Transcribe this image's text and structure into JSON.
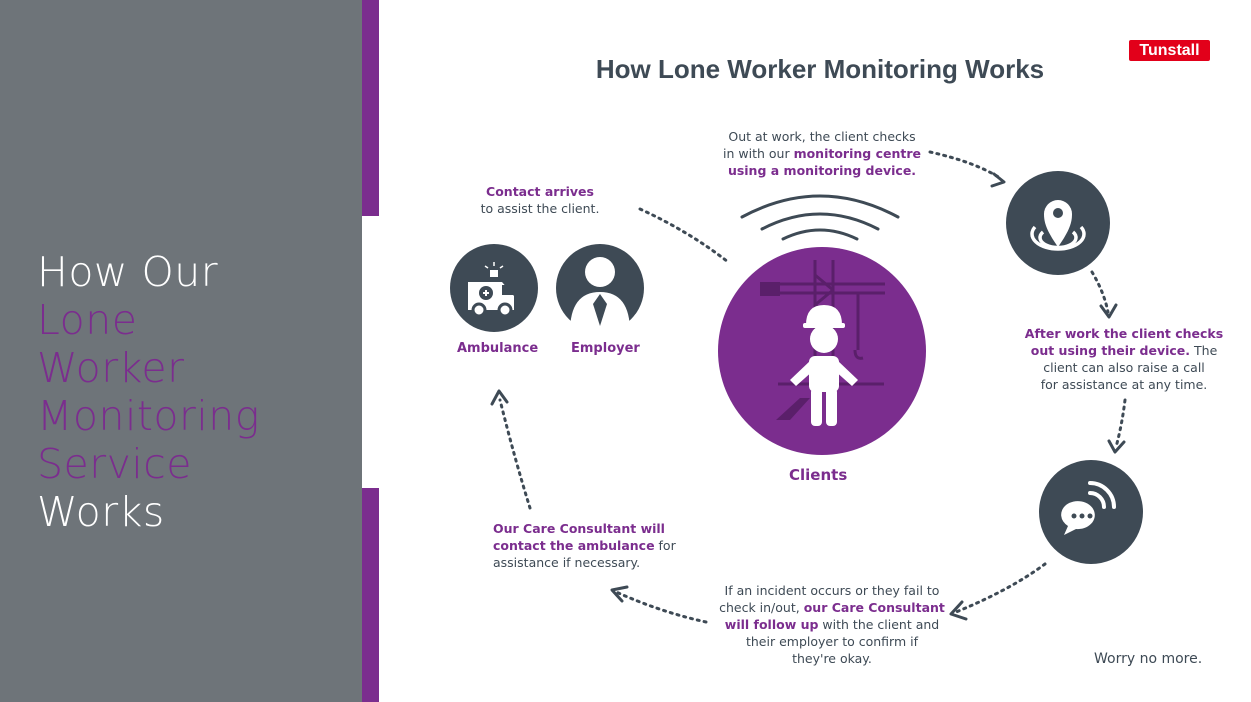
{
  "slide_title": {
    "line1": "How Our",
    "line2": "Lone",
    "line3": "Worker",
    "line4": "Monitoring",
    "line5": "Service",
    "line6": "Works"
  },
  "main_title": "How Lone Worker Monitoring Works",
  "brand": "Tunstall",
  "steps": {
    "checkin": {
      "line1": "Out at work, the client checks",
      "line2_plain": "in with our ",
      "line2_hl": "monitoring centre",
      "line3_hl": "using a monitoring device."
    },
    "checkout": {
      "line1_hl": "After work the client checks",
      "line2_hl": "out using their device.",
      "line2_plain": " The",
      "line3": "client can also raise a call",
      "line4": "for assistance at any time."
    },
    "followup": {
      "line1": "If an incident occurs or they fail to",
      "line2_plain": "check in/out, ",
      "line2_hl": "our Care Consultant",
      "line3_hl": "will follow up",
      "line3_plain": " with the client and",
      "line4": "their employer to confirm if",
      "line5": "they're okay."
    },
    "ambulance_call": {
      "line1_hl": "Our Care Consultant will",
      "line2_hl": "contact the ambulance",
      "line2_plain": " for",
      "line3": "assistance if necessary."
    },
    "contact": {
      "line1_hl": "Contact arrives",
      "line2": "to assist the client."
    }
  },
  "labels": {
    "ambulance": "Ambulance",
    "employer": "Employer",
    "clients": "Clients"
  },
  "tagline": "Worry no more.",
  "icons": [
    "location-pin-icon",
    "chat-signal-icon",
    "ambulance-icon",
    "employer-icon",
    "construction-worker-icon",
    "signal-waves-icon"
  ],
  "colors": {
    "purple": "#7b2d8e",
    "slate": "#3e4a55",
    "panel_grey": "#6e7479",
    "brand_red": "#e2001a"
  }
}
